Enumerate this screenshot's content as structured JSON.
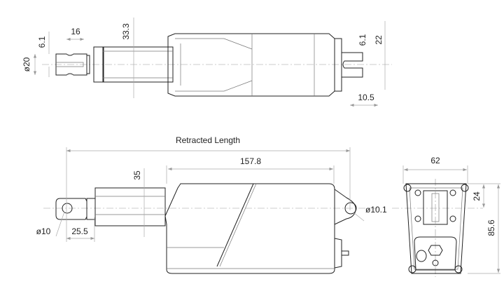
{
  "top_view": {
    "dim_slot_width": "6.1",
    "dim_rod_end_length": "16",
    "dim_rod_diameter": "ø20",
    "dim_tube_height": "33.3",
    "dim_rear_slot": "6.1",
    "dim_rear_clevis": "22",
    "dim_rear_offset": "10.5"
  },
  "side_view": {
    "retracted_length_label": "Retracted Length",
    "dim_body_length": "157.8",
    "dim_tube_height": "35",
    "dim_front_hole": "ø10",
    "dim_front_offset": "25.5",
    "dim_rear_hole": "ø10.1"
  },
  "end_view": {
    "dim_width": "62",
    "dim_center_offset": "24",
    "dim_height": "85.6"
  }
}
